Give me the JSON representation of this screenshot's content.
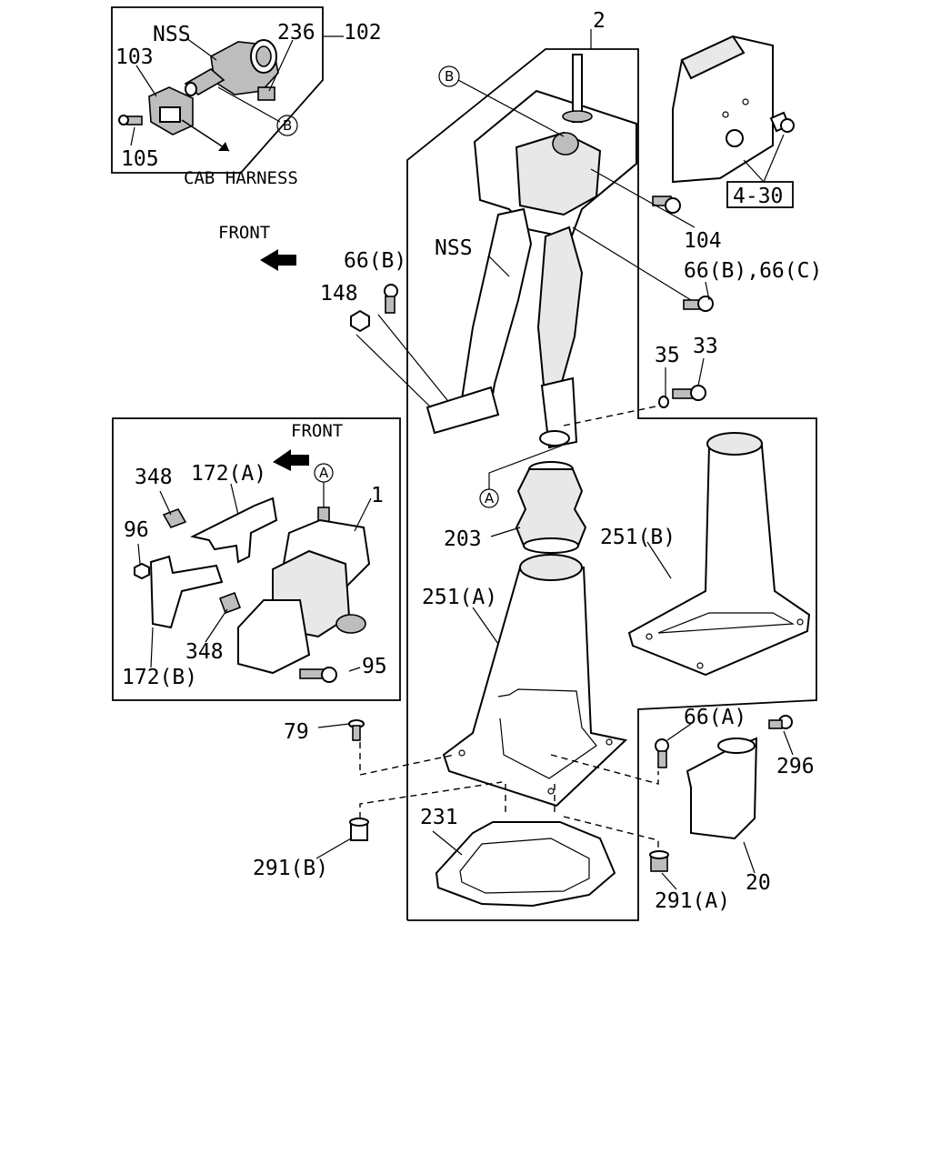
{
  "callouts": {
    "p2": "2",
    "p102": "102",
    "p236": "236",
    "nss_top": "NSS",
    "p103": "103",
    "p105": "105",
    "cab_harness": "CAB HARNESS",
    "b_circle_inset": "B",
    "b_circle_main": "B",
    "front_main": "FRONT",
    "p66b": "66(B)",
    "p148": "148",
    "nss_main": "NSS",
    "p104": "104",
    "p66bc": "66(B),66(C)",
    "ref_4_30": "4-30",
    "p35": "35",
    "p33": "33",
    "front_inset": "FRONT",
    "p348_top": "348",
    "p172a": "172(A)",
    "a_circle_inset": "A",
    "p1": "1",
    "p96": "96",
    "p348_bottom": "348",
    "p172b": "172(B)",
    "p95": "95",
    "a_circle_main": "A",
    "p203": "203",
    "p251b": "251(B)",
    "p251a": "251(A)",
    "p79": "79",
    "p66a": "66(A)",
    "p296": "296",
    "p231": "231",
    "p291b": "291(B)",
    "p291a": "291(A)",
    "p20": "20"
  }
}
